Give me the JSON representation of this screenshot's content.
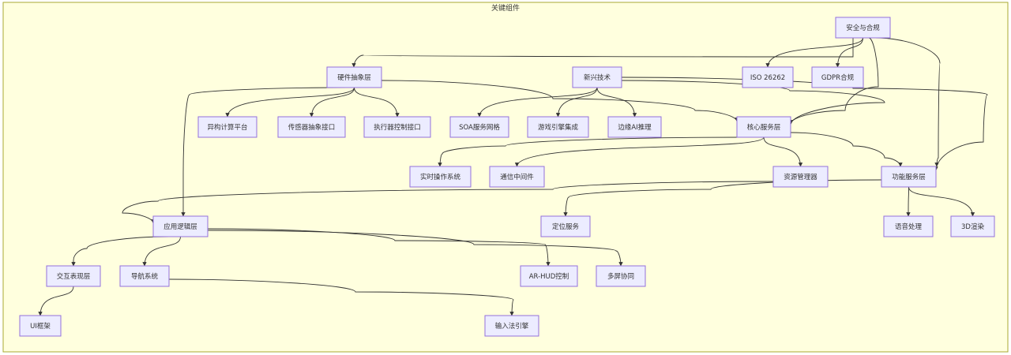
{
  "subgraph": {
    "title": "关键组件",
    "fill": "#ffffde",
    "stroke": "#aaaa33"
  },
  "colors": {
    "node_fill": "#ECECFF",
    "node_stroke": "#9370DB",
    "edge": "#333333"
  },
  "nodes": [
    {
      "id": "security",
      "label": "安全与合规"
    },
    {
      "id": "hal",
      "label": "硬件抽象层"
    },
    {
      "id": "emerging",
      "label": "新兴技术"
    },
    {
      "id": "iso",
      "label": "ISO 26262"
    },
    {
      "id": "gdpr",
      "label": "GDPR合规"
    },
    {
      "id": "hetero",
      "label": "异构计算平台"
    },
    {
      "id": "sensor",
      "label": "传感器抽象接口"
    },
    {
      "id": "actuator",
      "label": "执行器控制接口"
    },
    {
      "id": "soa",
      "label": "SOA服务网格"
    },
    {
      "id": "game",
      "label": "游戏引擎集成"
    },
    {
      "id": "edgeai",
      "label": "边缘AI推理"
    },
    {
      "id": "core",
      "label": "核心服务层"
    },
    {
      "id": "rtos",
      "label": "实时操作系统"
    },
    {
      "id": "comm",
      "label": "通信中间件"
    },
    {
      "id": "resmgr",
      "label": "资源管理器"
    },
    {
      "id": "func",
      "label": "功能服务层"
    },
    {
      "id": "applogic",
      "label": "应用逻辑层"
    },
    {
      "id": "location",
      "label": "定位服务"
    },
    {
      "id": "voice",
      "label": "语音处理"
    },
    {
      "id": "render3d",
      "label": "3D渲染"
    },
    {
      "id": "interact",
      "label": "交互表现层"
    },
    {
      "id": "nav",
      "label": "导航系统"
    },
    {
      "id": "arhud",
      "label": "AR-HUD控制"
    },
    {
      "id": "multiscreen",
      "label": "多屏协同"
    },
    {
      "id": "uifw",
      "label": "UI框架"
    },
    {
      "id": "ime",
      "label": "输入法引擎"
    }
  ],
  "edges": [
    {
      "from": "security",
      "to": "hal"
    },
    {
      "from": "security",
      "to": "iso"
    },
    {
      "from": "security",
      "to": "gdpr"
    },
    {
      "from": "security",
      "to": "core"
    },
    {
      "from": "security",
      "to": "func"
    },
    {
      "from": "hal",
      "to": "hetero"
    },
    {
      "from": "hal",
      "to": "sensor"
    },
    {
      "from": "hal",
      "to": "actuator"
    },
    {
      "from": "hal",
      "to": "core"
    },
    {
      "from": "hal",
      "to": "applogic"
    },
    {
      "from": "emerging",
      "to": "soa"
    },
    {
      "from": "emerging",
      "to": "game"
    },
    {
      "from": "emerging",
      "to": "edgeai"
    },
    {
      "from": "emerging",
      "to": "core"
    },
    {
      "from": "emerging",
      "to": "func"
    },
    {
      "from": "core",
      "to": "rtos"
    },
    {
      "from": "core",
      "to": "comm"
    },
    {
      "from": "core",
      "to": "resmgr"
    },
    {
      "from": "core",
      "to": "func"
    },
    {
      "from": "resmgr",
      "to": "applogic"
    },
    {
      "from": "func",
      "to": "location"
    },
    {
      "from": "func",
      "to": "voice"
    },
    {
      "from": "func",
      "to": "render3d"
    },
    {
      "from": "applogic",
      "to": "interact"
    },
    {
      "from": "applogic",
      "to": "nav"
    },
    {
      "from": "applogic",
      "to": "arhud"
    },
    {
      "from": "applogic",
      "to": "multiscreen"
    },
    {
      "from": "interact",
      "to": "uifw"
    },
    {
      "from": "nav",
      "to": "ime"
    }
  ]
}
